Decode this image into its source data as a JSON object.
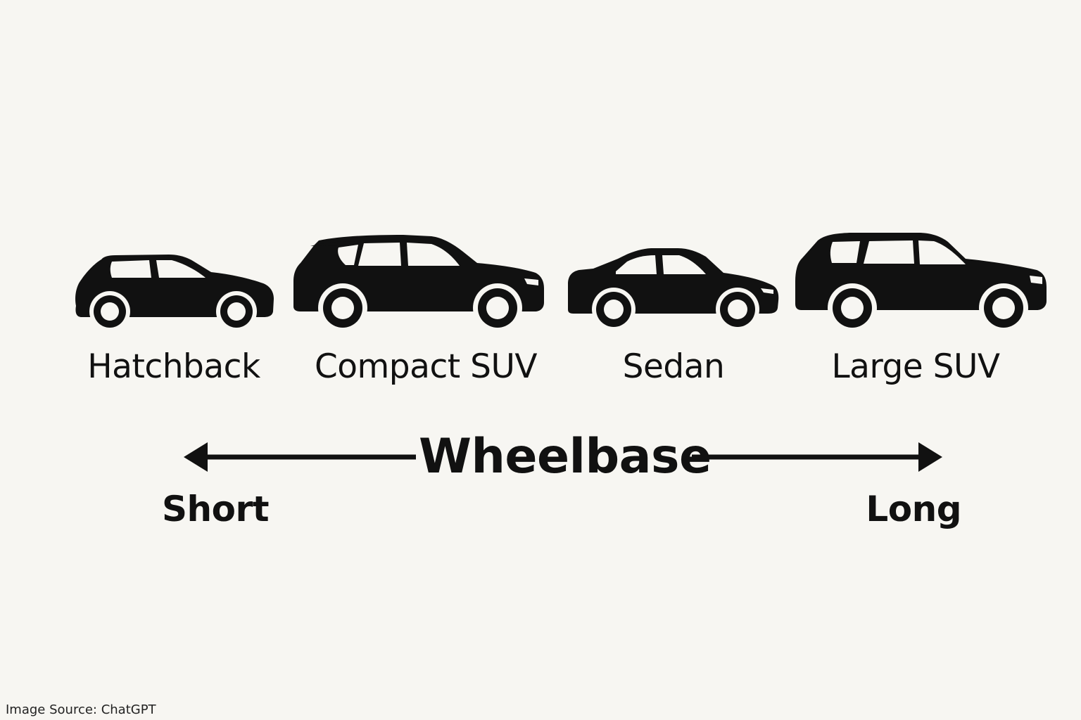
{
  "colors": {
    "background": "#f7f6f2",
    "ink": "#111111",
    "window": "#f7f6f2"
  },
  "vehicles": [
    {
      "label": "Hatchback",
      "icon": "hatchback-car-icon"
    },
    {
      "label": "Compact SUV",
      "icon": "compact-suv-car-icon"
    },
    {
      "label": "Sedan",
      "icon": "sedan-car-icon"
    },
    {
      "label": "Large SUV",
      "icon": "large-suv-car-icon"
    }
  ],
  "axis": {
    "title": "Wheelbase",
    "start_label": "Short",
    "end_label": "Long",
    "icon": "double-headed-arrow-icon"
  },
  "footer": {
    "source": "Image Source: ChatGPT"
  }
}
